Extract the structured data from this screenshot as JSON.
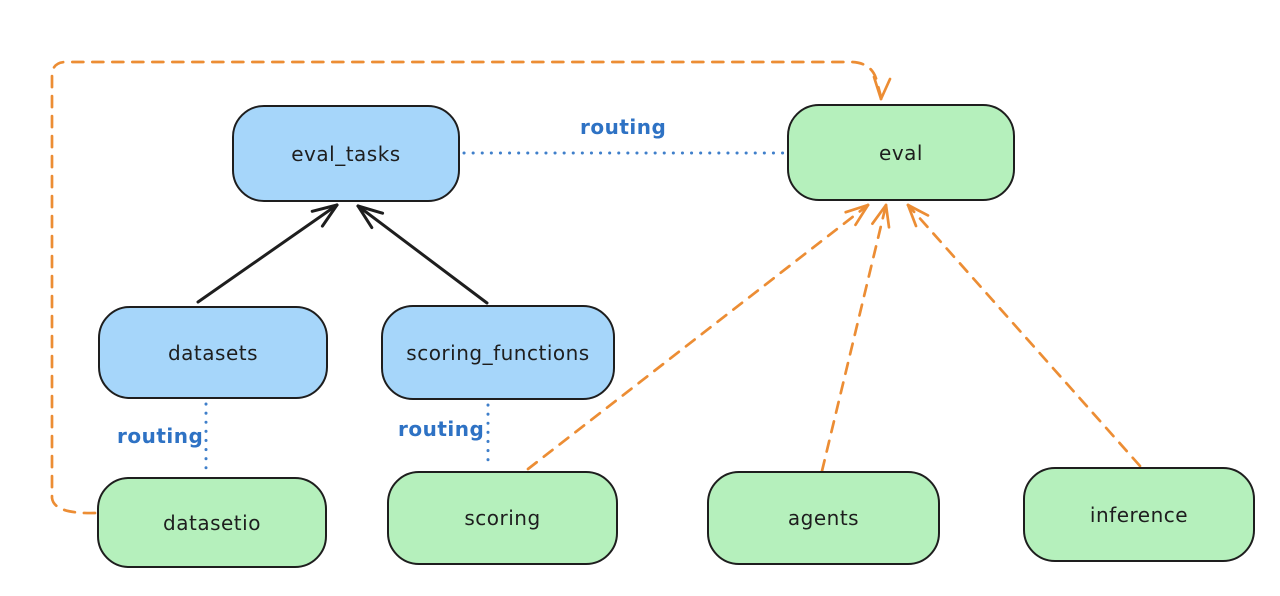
{
  "colors": {
    "stroke": "#1e1e1e",
    "api_fill": "#a6d6fa",
    "provider_fill": "#b5f0bc",
    "orange": "#ec8d34",
    "routing_text": "#2e72c4",
    "routing_line": "#3f7fca"
  },
  "nodes": {
    "eval_tasks": {
      "label": "eval_tasks"
    },
    "eval": {
      "label": "eval"
    },
    "datasets": {
      "label": "datasets"
    },
    "scoring_functions": {
      "label": "scoring_functions"
    },
    "datasetio": {
      "label": "datasetio"
    },
    "scoring": {
      "label": "scoring"
    },
    "agents": {
      "label": "agents"
    },
    "inference": {
      "label": "inference"
    }
  },
  "edge_labels": {
    "eval_tasks_eval": "routing",
    "datasets_datasetio": "routing",
    "scoring_functions_scoring": "routing"
  }
}
